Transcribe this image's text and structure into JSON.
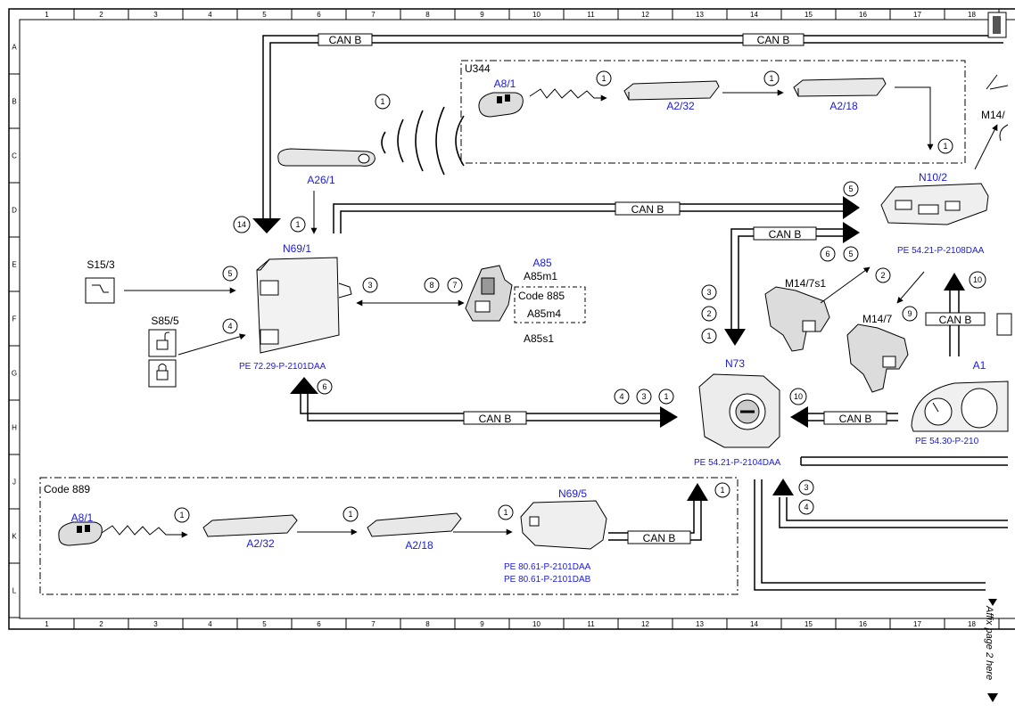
{
  "ruler": {
    "columns": [
      "1",
      "2",
      "3",
      "4",
      "5",
      "6",
      "7",
      "8",
      "9",
      "10",
      "11",
      "12",
      "13",
      "14",
      "15",
      "16",
      "17",
      "18"
    ],
    "rows": [
      "A",
      "B",
      "C",
      "D",
      "E",
      "F",
      "G",
      "H",
      "J",
      "K",
      "L"
    ]
  },
  "bus_label": "CAN B",
  "components": {
    "n69_1": "N69/1",
    "a26_1": "A26/1",
    "s15_3": "S15/3",
    "s85_5": "S85/5",
    "a85": "A85",
    "a85m1": "A85m1",
    "a85m4": "A85m4",
    "a85s1": "A85s1",
    "code885": "Code 885",
    "u344": "U344",
    "a8_1_top": "A8/1",
    "a2_32_top": "A2/32",
    "a2_18_top": "A2/18",
    "n10_2": "N10/2",
    "m14_7s1": "M14/7s1",
    "m14_7": "M14/7",
    "m14_partial": "M14/",
    "n73": "N73",
    "a1": "A1",
    "code889": "Code 889",
    "a8_1_bottom": "A8/1",
    "a2_32_bottom": "A2/32",
    "a2_18_bottom": "A2/18",
    "n69_5": "N69/5"
  },
  "references": {
    "pe_72_29": "PE 72.29-P-2101DAA",
    "pe_54_21_2108": "PE 54.21-P-2108DAA",
    "pe_54_21_2104": "PE 54.21-P-2104DAA",
    "pe_54_30": "PE 54.30-P-210",
    "pe_80_61_a": "PE 80.61-P-2101DAA",
    "pe_80_61_b": "PE 80.61-P-2101DAB"
  },
  "circled": {
    "n1": "1",
    "n2": "2",
    "n3": "3",
    "n4": "4",
    "n5": "5",
    "n6": "6",
    "n7": "7",
    "n8": "8",
    "n10": "10",
    "n14": "14",
    "n9": "9"
  },
  "note_affix": "Affix page 2 here",
  "colors": {
    "line": "#000000",
    "label_blue": "#1a1adf"
  }
}
